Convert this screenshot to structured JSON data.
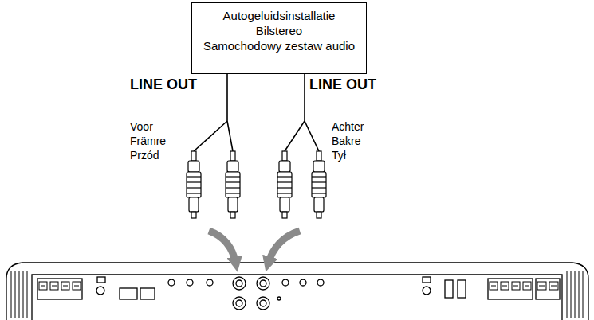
{
  "diagram": {
    "nodes": [
      {
        "text": [
          "Autogeluidsinstallatie",
          "Bilstereo",
          "Samochodowy zestaw audio"
        ]
      }
    ],
    "labels": [
      "LINE OUT",
      "LINE OUT",
      "Voor",
      "Främre",
      "Przód",
      "Achter",
      "Bakre",
      "Tył"
    ]
  }
}
